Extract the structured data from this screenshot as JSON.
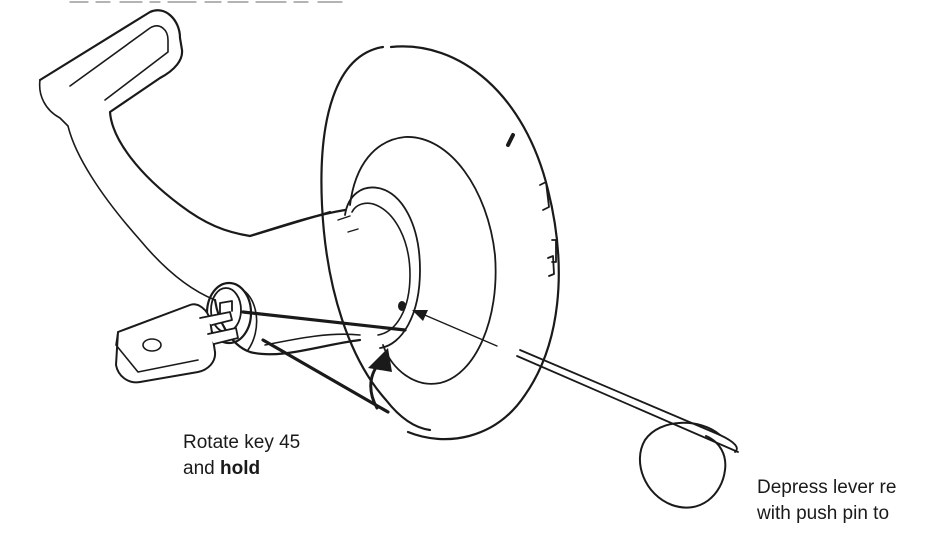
{
  "top_caption_fragment": "Depress lever retaining...",
  "captions": {
    "key": {
      "line1": "Rotate key 45",
      "line2_prefix": "and ",
      "line2_bold": "hold"
    },
    "pin": {
      "line1": "Depress lever re",
      "line2": "with push pin to"
    }
  },
  "colors": {
    "ink": "#1a1a1a",
    "background": "#ffffff"
  }
}
